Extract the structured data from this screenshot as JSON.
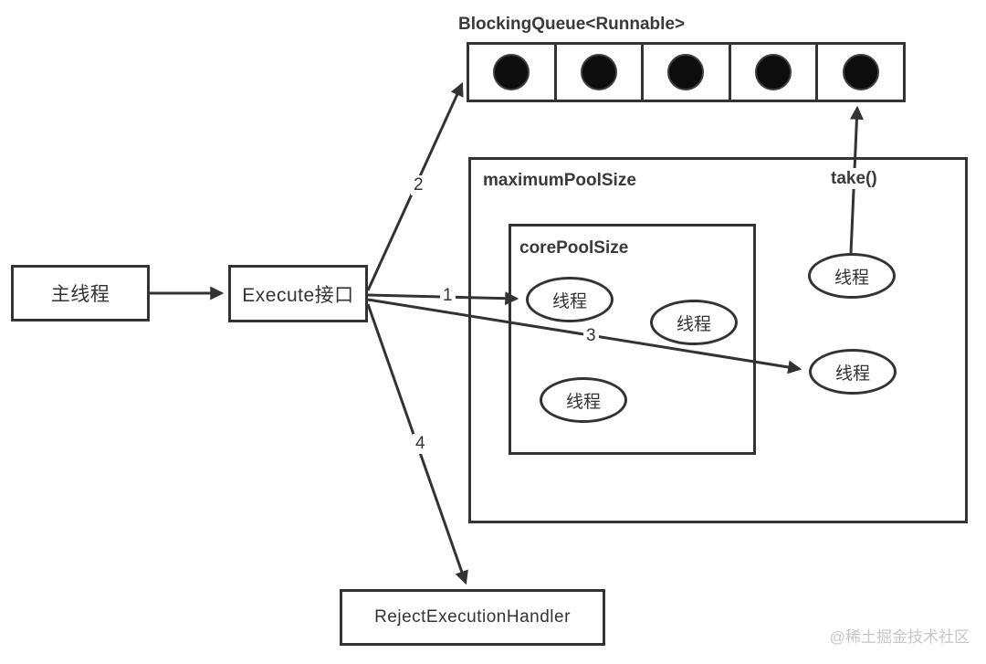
{
  "diagram": {
    "queue_title": "BlockingQueue<Runnable>",
    "queue_slot_count": 5,
    "main_thread_label": "主线程",
    "execute_label": "Execute接口",
    "max_pool_label": "maximumPoolSize",
    "core_pool_label": "corePoolSize",
    "take_label": "take()",
    "reject_label": "RejectExecutionHandler",
    "thread_labels": [
      "线程",
      "线程",
      "线程",
      "线程",
      "线程"
    ],
    "arrow_labels": {
      "a1": "1",
      "a2": "2",
      "a3": "3",
      "a4": "4"
    },
    "watermark": "@稀土掘金技术社区",
    "colors": {
      "line": "#333333",
      "text": "#333333",
      "dot": "#0d0d0d",
      "watermark": "#c6c6c6",
      "background": "#ffffff"
    }
  }
}
